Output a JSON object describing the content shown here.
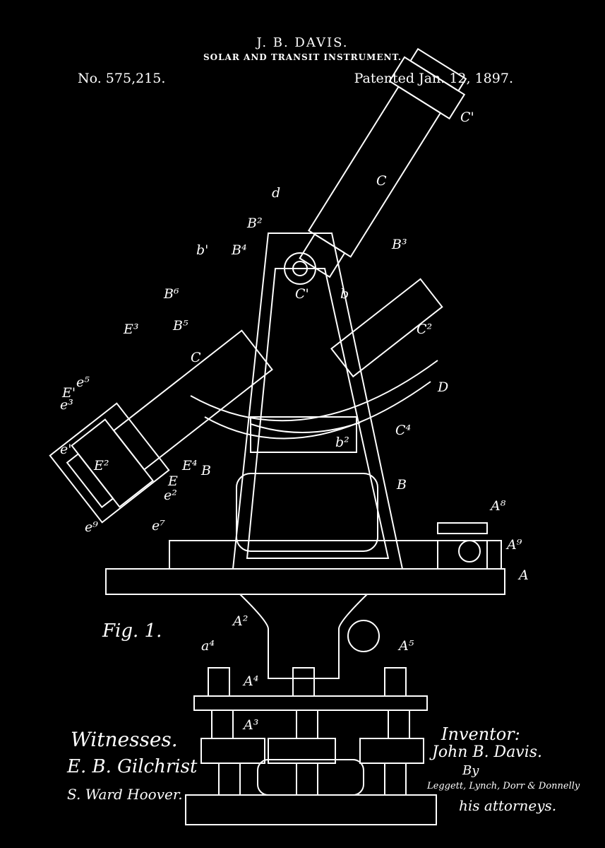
{
  "header": {
    "inventor_name": "J. B. DAVIS.",
    "title": "SOLAR AND TRANSIT INSTRUMENT.",
    "patent_number": "No. 575,215.",
    "patent_date": "Patented Jan. 12, 1897."
  },
  "figure_label": "Fig. 1.",
  "labels": [
    "C'",
    "C",
    "d",
    "B²",
    "b'",
    "B⁴",
    "B³",
    "B⁶",
    "C'",
    "b",
    "B⁵",
    "E³",
    "C",
    "C²",
    "e⁵",
    "E'",
    "e³",
    "D",
    "C⁴",
    "b²",
    "e'",
    "E²",
    "E⁴",
    "B",
    "B",
    "E",
    "e²",
    "e⁹",
    "e⁷",
    "A⁸",
    "A⁹",
    "A",
    "A²",
    "a⁴",
    "A⁵",
    "A⁴",
    "A³"
  ],
  "witnesses": {
    "heading": "Witnesses.",
    "names": [
      "E. B. Gilchrist",
      "S. Ward Hoover."
    ]
  },
  "inventor": {
    "heading": "Inventor:",
    "name": "John B. Davis.",
    "by": "By",
    "attorneys": "Leggett, Lynch, Dorr & Donnelly",
    "attorneys_caption": "his attorneys."
  },
  "colors": {
    "background": "#000000",
    "ink": "#ffffff"
  }
}
